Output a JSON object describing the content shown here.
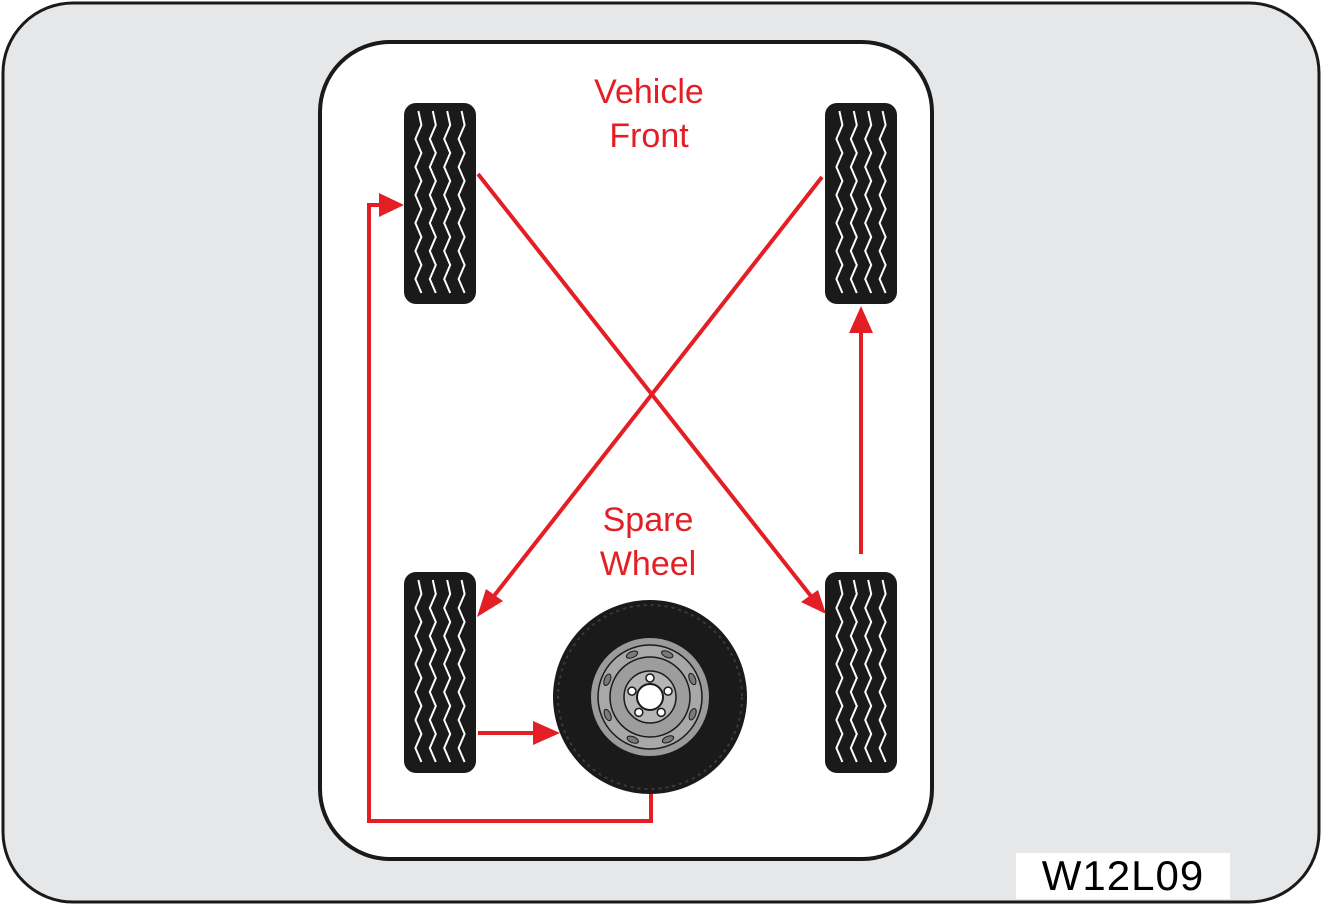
{
  "labels": {
    "front_line1": "Vehicle",
    "front_line2": "Front",
    "spare_line1": "Spare",
    "spare_line2": "Wheel"
  },
  "figure_code": "W12L09",
  "colors": {
    "panel": "#e6e7e8",
    "vehicle": "#ffffff",
    "outline": "#1a1a1a",
    "tyre": "#1a1a1a",
    "arrow": "#e31e24",
    "rim": "#9b9b9b"
  },
  "wheels": [
    {
      "id": "front-left-tyre",
      "icon": "tyre-tread-icon"
    },
    {
      "id": "front-right-tyre",
      "icon": "tyre-tread-icon"
    },
    {
      "id": "rear-left-tyre",
      "icon": "tyre-tread-icon"
    },
    {
      "id": "rear-right-tyre",
      "icon": "tyre-tread-icon"
    },
    {
      "id": "spare-wheel",
      "icon": "wheel-rim-icon"
    }
  ],
  "rotation": [
    {
      "from": "front-left-tyre",
      "to": "rear-right-tyre"
    },
    {
      "from": "front-right-tyre",
      "to": "rear-left-tyre"
    },
    {
      "from": "rear-right-tyre",
      "to": "front-right-tyre"
    },
    {
      "from": "rear-left-tyre",
      "to": "spare-wheel"
    },
    {
      "from": "spare-wheel",
      "to": "front-left-tyre"
    }
  ]
}
